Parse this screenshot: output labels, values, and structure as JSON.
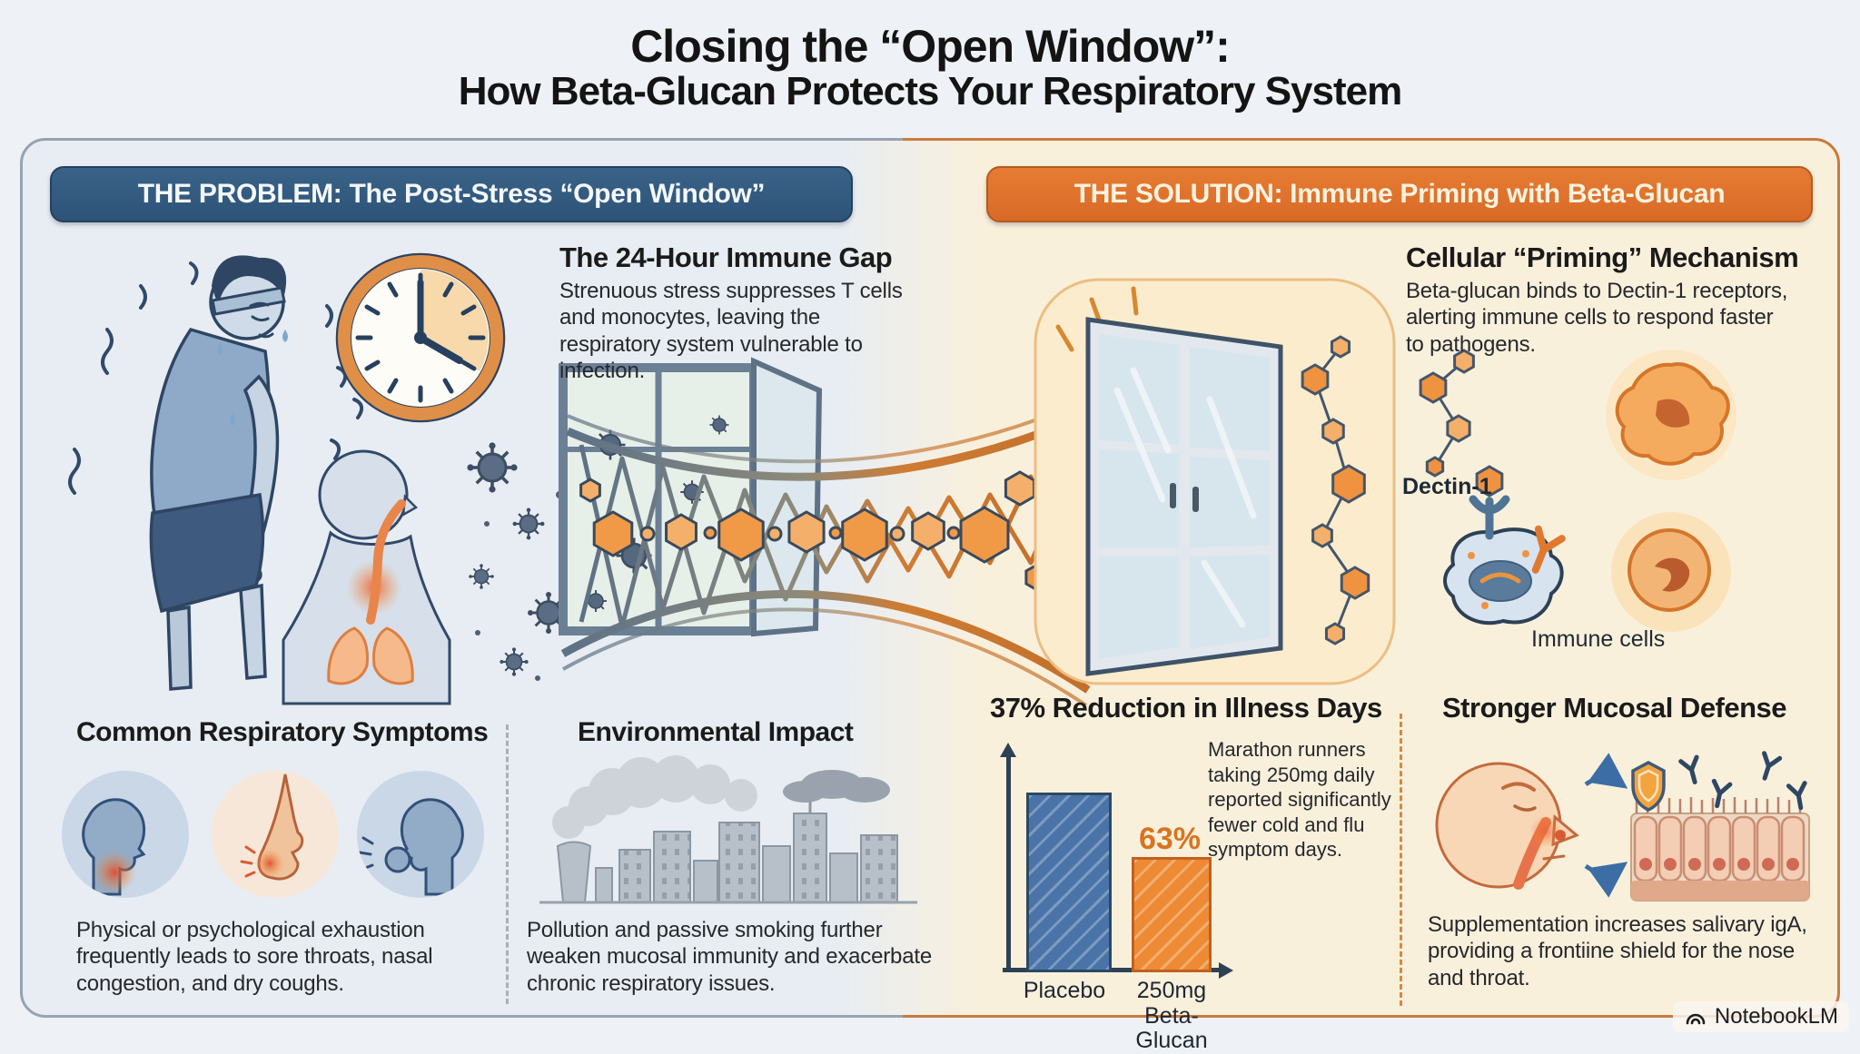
{
  "title": {
    "line1": "Closing the “Open Window”:",
    "line2": "How Beta-Glucan Protects Your Respiratory System"
  },
  "problem": {
    "header": "THE PROBLEM: The Post-Stress “Open Window”",
    "immune_gap": {
      "heading": "The 24-Hour Immune Gap",
      "body": "Strenuous stress suppresses T cells and monocytes, leaving the respiratory system vulnerable to infection."
    },
    "symptoms": {
      "heading": "Common Respiratory Symptoms",
      "body": "Physical or psychological exhaustion frequently leads to sore throats, nasal congestion, and dry coughs."
    },
    "environment": {
      "heading": "Environmental Impact",
      "body": "Pollution and passive smoking further weaken mucosal immunity and exacerbate chronic respiratory issues."
    }
  },
  "solution": {
    "header": "THE SOLUTION: Immune Priming with Beta-Glucan",
    "priming": {
      "heading": "Cellular “Priming” Mechanism",
      "body": "Beta-glucan binds to Dectin-1 receptors, alerting immune cells to respond faster to pathogens."
    },
    "labels": {
      "dectin": "Dectin-1",
      "immune_cells": "Immune cells"
    },
    "reduction": {
      "heading": "37% Reduction in Illness Days",
      "caption": "Marathon runners taking 250mg daily reported significantly fewer cold and flu symptom days.",
      "bar_label": "63%"
    },
    "mucosal": {
      "heading": "Stronger Mucosal Defense",
      "body": "Supplementation increases salivary igA, providing a frontiine shield for the nose and throat."
    }
  },
  "chart_data": {
    "type": "bar",
    "title": "37% Reduction in Illness Days",
    "categories": [
      "Placebo",
      "250mg Beta-Glucan"
    ],
    "values": [
      100,
      63
    ],
    "xlabel": "",
    "ylabel": "",
    "ylim": [
      0,
      100
    ],
    "bar_colors": [
      "#4a74a8",
      "#ed8a33"
    ],
    "annotations": [
      "63%"
    ],
    "legend": "none",
    "grid": false
  },
  "watermark": {
    "label": "NotebookLM"
  },
  "colors": {
    "problem_header_bg": "#2f5a80",
    "solution_header_bg": "#e0712d",
    "left_bg": "#e9edf3",
    "right_bg": "#faf1dd",
    "accent_blue": "#2f4e74",
    "accent_orange": "#e2823a",
    "bar_blue": "#4a74a8",
    "bar_orange": "#ed8a33",
    "pct_label_color": "#d9731f"
  }
}
